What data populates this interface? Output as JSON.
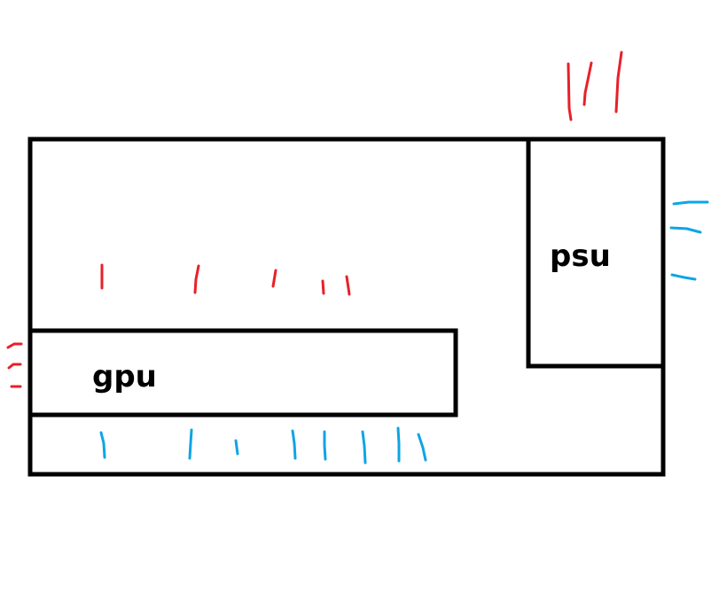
{
  "diagram": {
    "colors": {
      "hot": "#e8202a",
      "cold": "#0ea5e4",
      "outline": "#000000"
    },
    "components": [
      {
        "id": "case",
        "label": ""
      },
      {
        "id": "gpu",
        "label": "gpu"
      },
      {
        "id": "psu",
        "label": "psu"
      }
    ],
    "airflow": [
      {
        "id": "psu-exhaust-top",
        "type": "hot",
        "count": 3
      },
      {
        "id": "psu-intake-right",
        "type": "cold",
        "count": 3
      },
      {
        "id": "gpu-exhaust-top",
        "type": "hot",
        "count": 5
      },
      {
        "id": "gpu-exhaust-left",
        "type": "hot",
        "count": 3
      },
      {
        "id": "gpu-intake-bottom",
        "type": "cold",
        "count": 8
      }
    ]
  }
}
